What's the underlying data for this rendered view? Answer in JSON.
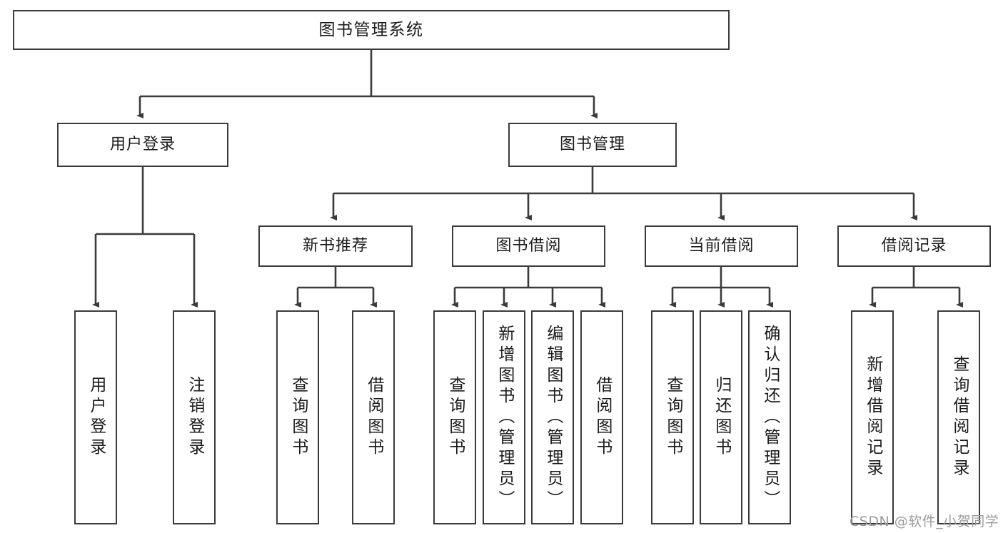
{
  "diagram": {
    "title": "图书管理系统",
    "type": "tree",
    "orientation": "top-down",
    "style": {
      "box_border_color": "#3b3b3b",
      "box_fill_color": "#ffffff",
      "edge_color": "#3b3b3b",
      "text_color": "#1b1b1b",
      "background": "#ffffff"
    }
  },
  "nodes": {
    "root": {
      "label": "图书管理系统",
      "level": 0,
      "orientation": "horizontal"
    },
    "level1": [
      {
        "id": "user-login",
        "label": "用户登录",
        "orientation": "horizontal"
      },
      {
        "id": "book-management",
        "label": "图书管理",
        "orientation": "horizontal"
      }
    ],
    "level2": [
      {
        "id": "new-book-recommend",
        "label": "新书推荐",
        "orientation": "horizontal",
        "parent": "book-management"
      },
      {
        "id": "book-borrow",
        "label": "图书借阅",
        "orientation": "horizontal",
        "parent": "book-management"
      },
      {
        "id": "current-borrow",
        "label": "当前借阅",
        "orientation": "horizontal",
        "parent": "book-management"
      },
      {
        "id": "borrow-record",
        "label": "借阅记录",
        "orientation": "horizontal",
        "parent": "book-management"
      }
    ],
    "leaves": {
      "user_login": [
        {
          "id": "leaf-user-login",
          "label": "用户登录"
        },
        {
          "id": "leaf-user-logout",
          "label": "注销登录"
        }
      ],
      "new_book_recommend": [
        {
          "id": "leaf-query-book-1",
          "label": "查询图书"
        },
        {
          "id": "leaf-borrow-book-1",
          "label": "借阅图书"
        }
      ],
      "book_borrow": [
        {
          "id": "leaf-query-book-2",
          "label": "查询图书"
        },
        {
          "id": "leaf-add-book",
          "label": "新增图书（管理员）"
        },
        {
          "id": "leaf-edit-book",
          "label": "编辑图书（管理员）"
        },
        {
          "id": "leaf-borrow-book-2",
          "label": "借阅图书"
        }
      ],
      "current_borrow": [
        {
          "id": "leaf-query-book-3",
          "label": "查询图书"
        },
        {
          "id": "leaf-return-book",
          "label": "归还图书"
        },
        {
          "id": "leaf-confirm-return",
          "label": "确认归还（管理员）"
        }
      ],
      "borrow_record": [
        {
          "id": "leaf-add-record",
          "label": "新增借阅记录"
        },
        {
          "id": "leaf-query-record",
          "label": "查询借阅记录"
        }
      ]
    }
  },
  "watermark": {
    "text": "CSDN @软件_小贺同学"
  }
}
